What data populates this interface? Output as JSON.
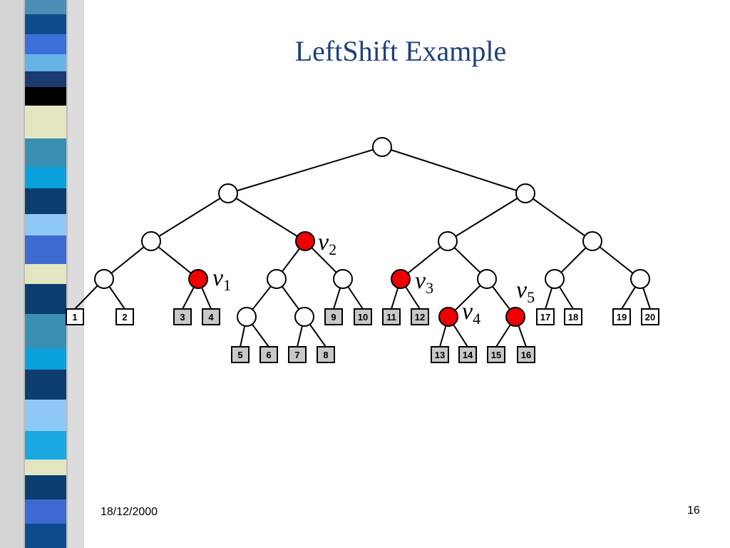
{
  "slide": {
    "title": "LeftShift Example",
    "date": "18/12/2000",
    "page_number": "16"
  },
  "colors": {
    "title": "#1f3f7a",
    "highlight_node": "#ee0000",
    "shaded_leaf": "#c8c8c8",
    "plain_leaf": "#ffffff",
    "edge": "#000000"
  },
  "tree": {
    "highlighted_nodes": [
      {
        "name": "v1",
        "letter": "v",
        "sub": "1"
      },
      {
        "name": "v2",
        "letter": "v",
        "sub": "2"
      },
      {
        "name": "v3",
        "letter": "v",
        "sub": "3"
      },
      {
        "name": "v4",
        "letter": "v",
        "sub": "4"
      },
      {
        "name": "v5",
        "letter": "v",
        "sub": "5"
      }
    ],
    "leaves": [
      {
        "label": "1",
        "shaded": false
      },
      {
        "label": "2",
        "shaded": false
      },
      {
        "label": "3",
        "shaded": true
      },
      {
        "label": "4",
        "shaded": true
      },
      {
        "label": "5",
        "shaded": true
      },
      {
        "label": "6",
        "shaded": true
      },
      {
        "label": "7",
        "shaded": true
      },
      {
        "label": "8",
        "shaded": true
      },
      {
        "label": "9",
        "shaded": true
      },
      {
        "label": "10",
        "shaded": true
      },
      {
        "label": "11",
        "shaded": true
      },
      {
        "label": "12",
        "shaded": true
      },
      {
        "label": "13",
        "shaded": true
      },
      {
        "label": "14",
        "shaded": true
      },
      {
        "label": "15",
        "shaded": true
      },
      {
        "label": "16",
        "shaded": true
      },
      {
        "label": "17",
        "shaded": false
      },
      {
        "label": "18",
        "shaded": false
      },
      {
        "label": "19",
        "shaded": false
      },
      {
        "label": "20",
        "shaded": false
      }
    ]
  }
}
